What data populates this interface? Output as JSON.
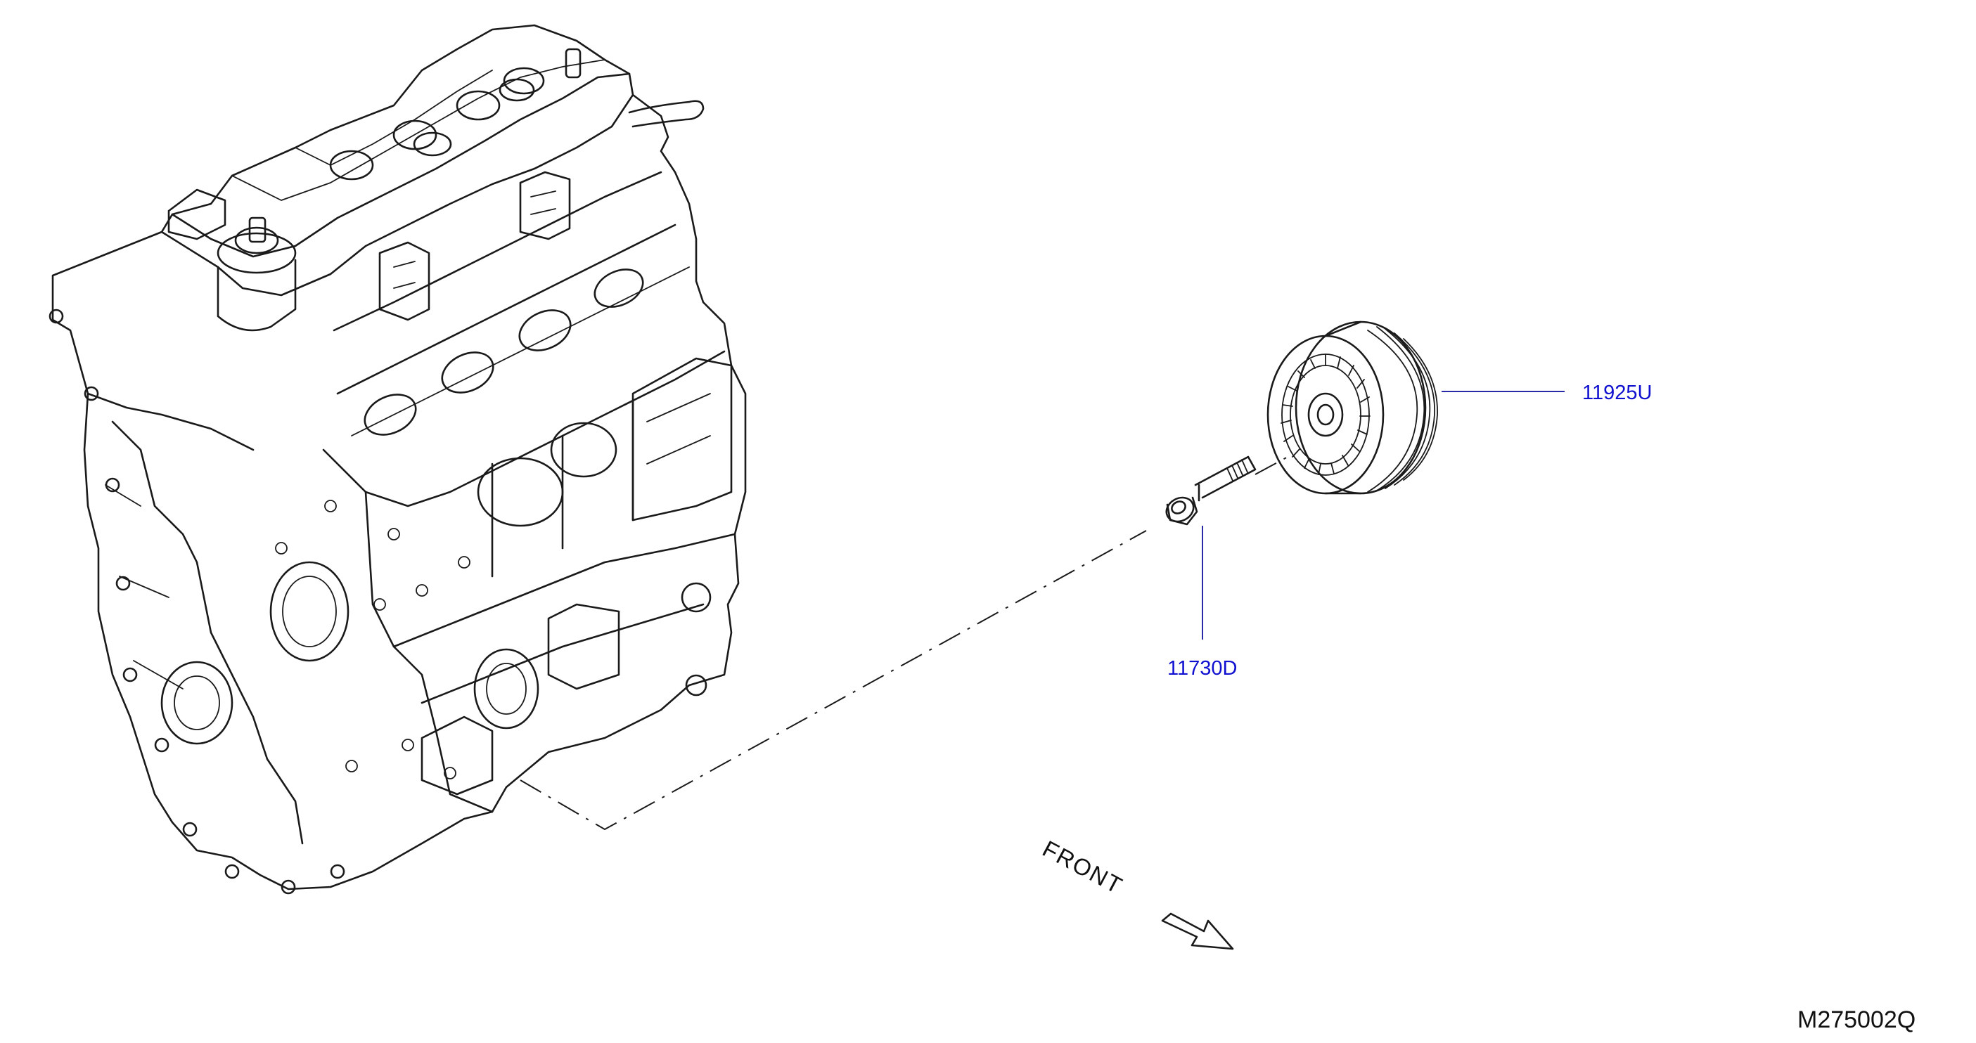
{
  "diagram": {
    "callouts": [
      {
        "id": "pulley",
        "label": "11925U"
      },
      {
        "id": "bolt",
        "label": "11730D"
      }
    ],
    "direction_label": "FRONT",
    "reference_code": "M275002Q",
    "colors": {
      "ink": "#1a1a1a",
      "callout_text": "#1010d0",
      "leader_line": "#2a2aa8",
      "background": "#ffffff"
    }
  }
}
